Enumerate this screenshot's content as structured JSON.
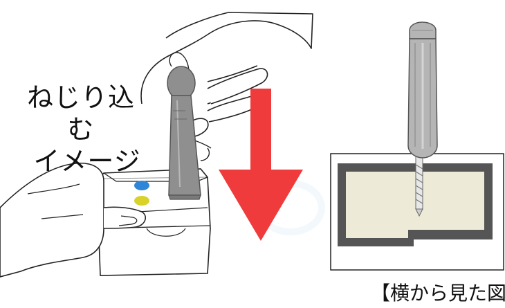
{
  "captions": {
    "twist_line1": "ねじり込む",
    "twist_line2": "イメージ",
    "side_view": "【横から見た図】"
  },
  "icons": {
    "arrow": "down-arrow-icon",
    "hands": "hand-illustration",
    "tool": "screwdriver-icon",
    "drill_bit": "drill-bit-icon"
  },
  "colors": {
    "arrow": "#ef3b3b",
    "tool_gray": "#8f8f8f",
    "dot_blue": "#2f86d6",
    "dot_yellow": "#d8d22a",
    "cartridge_inner": "#edebd8",
    "cartridge_frame": "#555555"
  }
}
